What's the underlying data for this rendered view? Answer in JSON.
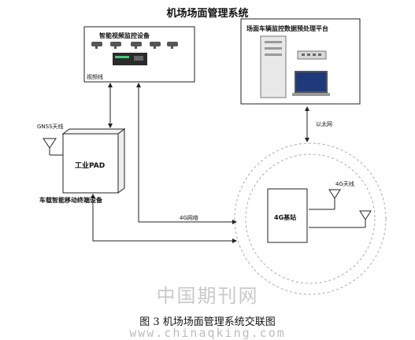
{
  "title": "机场场面管理系统",
  "video_box": {
    "label": "智能视频监控设备",
    "line_label": "视频线"
  },
  "platform_box": {
    "label": "场面车辆监控数据预处理平台"
  },
  "ethernet_label": "以太网",
  "gnss_label": "GNSS天线",
  "pad_label": "工业PAD",
  "terminal_label": "车载智能移动终端设备",
  "net_label": "4G网络",
  "antenna_4g_label": "4G天线",
  "base_station_label": "4G基站",
  "watermark_cn": "中国期刊网",
  "watermark_url": "www.chinaqking.com",
  "caption": "图 3    机场场面管理系统交联图"
}
